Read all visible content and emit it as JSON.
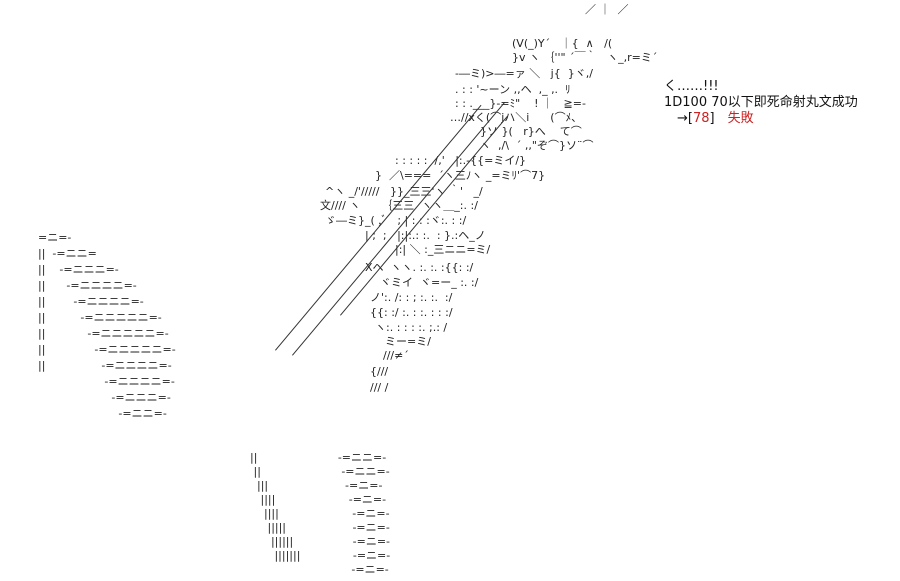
{
  "colors": {
    "background": "#ffffff",
    "ink": "#222222",
    "highlight_red": "#cc2222"
  },
  "dice": {
    "exclaim": "く……!!!",
    "roll": "1D100 70以下即死命射丸文成功",
    "arrow": "→[",
    "value": "78",
    "close": "]",
    "result": "失敗"
  },
  "art": {
    "lines": [
      "／ ｜  ／",
      "(V(_)Y´   ｜{  ∧   /(",
      "}v ヽ ｛''\" ´￣｀   ヽ_,r=ミ´",
      "-―ミ)>―=ァ ＼   j{  }ヾ,/",
      ". : : '~ーン ,,ヘ  ,_ ,.  ﾘ",
      ": : .___}-=ﾐ\"    ! ｜   ≧=-",
      "…//xく(⌒jハ＼i      (⌒ﾒ、",
      "}ソ }(   r}へ    て⌒",
      "ヽ  ,/\\  ´ ,,\"ぞ⌒}ソ¨⌒",
      ": : : : :  /,'   |:.-{{=ミイ/}",
      "}  ／\\===  ´ヽ三ﾉヽ _=ミﾘ'⌒7}",
      "^ヽ _/'/////   }}_三三'ヽ ｀'   _/",
      "文//// ヽ      ｛三三  ヽヽ＿_:. :/",
      "ゞ―ミ}_( ,ﾞ   ; | : : :ヾ:. : :/",
      "| ;  ;   |:|:.: :.  : }.:ヘ_ノ",
      "|:| ＼ :_三ニニ=ミ/",
      "Xヘ  ヽヽ. :. :. :{{: :/",
      "ヾミイ  ヾ=ー_ :. :/",
      "ノ':. /: : ; :. :.  :/",
      "{{: :/ :. : :. : : :/",
      "ヽ:. : : : :. ;.: /",
      "ミー=ミ/",
      "///≠´",
      "{///",
      "/// /"
    ],
    "steps": [
      "=ニ=-",
      "||  -=ニニ=",
      "||    -=ニニニ=-",
      "||      -=ニニニニ=-",
      "||        -=ニニニニ=-",
      "||          -=ニニニニニ=-",
      "||            -=ニニニニニ=-",
      "||              -=ニニニニニ=-",
      "||                -=ニニニニ=-",
      "                   -=ニニニニ=-",
      "                     -=ニニニ=-",
      "                       -=ニニ=-",
      "||                       -=ニニ=-",
      " ||                       -=ニニ=-",
      "  |||                      -=ニ=-",
      "   ||||                     -=ニ=-",
      "    ||||                     -=ニ=-",
      "     |||||                   -=ニ=-",
      "      ||||||                 -=ニ=-",
      "       |||||||               -=ニ=-",
      "                             -=ニ=-"
    ]
  }
}
